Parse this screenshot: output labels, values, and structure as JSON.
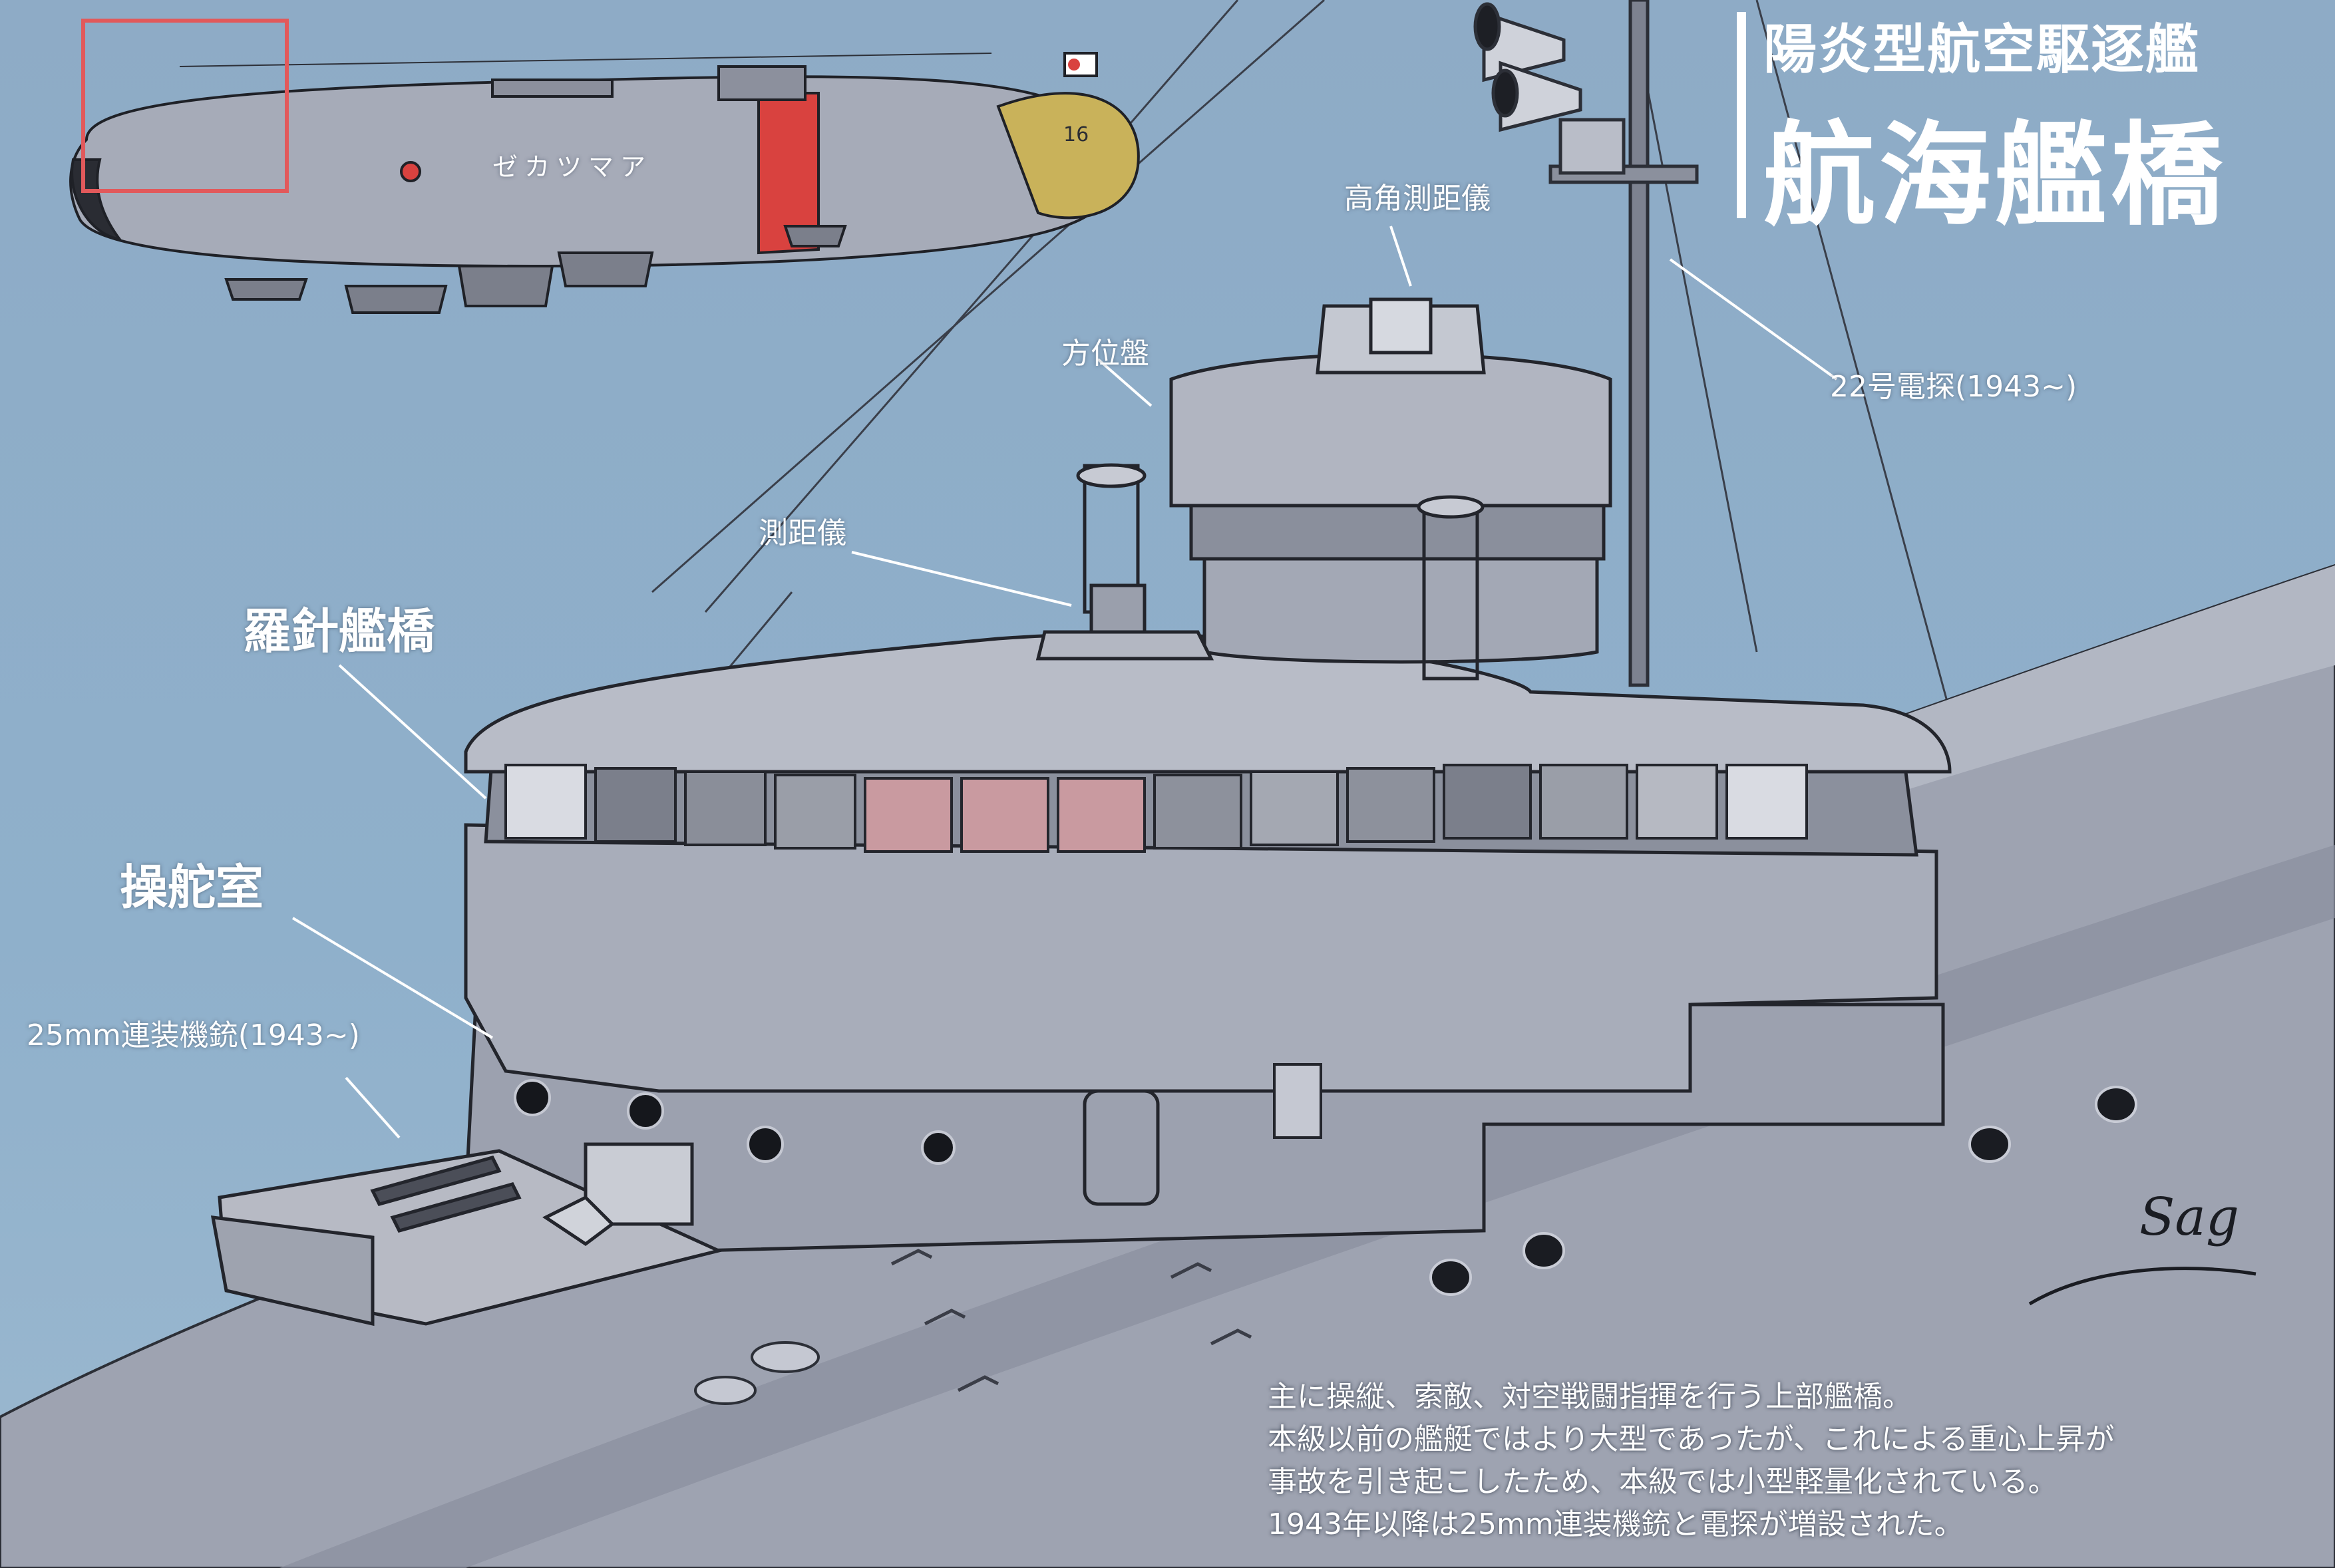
{
  "title": {
    "subtitle": "陽炎型航空駆逐艦",
    "main": "航海艦橋"
  },
  "hull_marking": "ゼカツマア",
  "tail_number": "16",
  "labels": {
    "rangefinder_high_angle": "高角測距儀",
    "radar_22": "22号電探(1943~)",
    "azimuth_board": "方位盤",
    "rangefinder": "測距儀",
    "compass_bridge": "羅針艦橋",
    "wheelhouse": "操舵室",
    "twin_mg": "25mm連装機銃(1943~)"
  },
  "description": [
    "主に操縦、索敵、対空戦闘指揮を行う上部艦橋。",
    "本級以前の艦艇ではより大型であったが、これによる重心上昇が",
    "事故を引き起こしたため、本級では小型軽量化されている。",
    "1943年以降は25mm連装機銃と電探が増設された。"
  ],
  "signature": "Sag",
  "colors": {
    "sky": "#8fb0cb",
    "hull": "#a6abb8",
    "hull_dark": "#6e7280",
    "inset_frame": "#e2595b",
    "band_red": "#d9423f",
    "window_pink": "#c99aa0",
    "label_text": "#ffffff"
  }
}
